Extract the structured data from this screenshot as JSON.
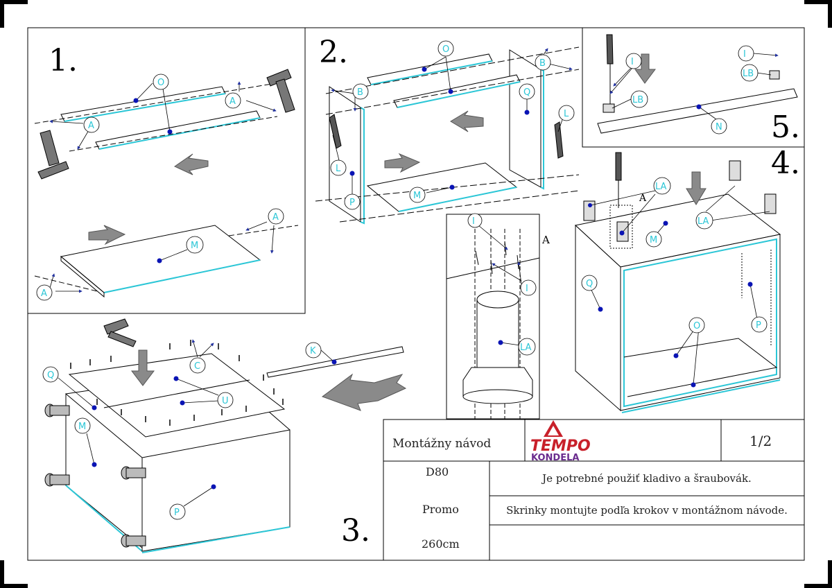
{
  "steps": [
    "1.",
    "2.",
    "3.",
    "4.",
    "5."
  ],
  "detail_label": "A",
  "part_labels": {
    "step1": [
      "O",
      "A",
      "A",
      "M",
      "A",
      "A"
    ],
    "step2": [
      "O",
      "B",
      "B",
      "Q",
      "L",
      "L",
      "P",
      "M"
    ],
    "step3": [
      "Q",
      "C",
      "U",
      "M",
      "K",
      "P"
    ],
    "detail": [
      "I",
      "I",
      "LA"
    ],
    "step4": [
      "LA",
      "LA",
      "M",
      "Q",
      "O",
      "P",
      "A"
    ],
    "step5": [
      "I",
      "I",
      "LB",
      "LB",
      "N"
    ]
  },
  "title_block": {
    "doc_title": "Montážny návod",
    "page": "1/2",
    "logo_top": "TEMPO",
    "logo_bottom": "KONDELA",
    "model": "D80",
    "series": "Promo",
    "length": "260cm",
    "note1": "Je potrebné použiť kladivo a šraubovák.",
    "note2": "Skrinky montujte podľa krokov v montážnom návode.",
    "note3": ""
  },
  "colors": {
    "label": "#2bc6d6",
    "dot": "#0a14b4",
    "arrow": "#8a8a8a",
    "logo_red": "#c8202a",
    "logo_purple": "#6a2c8e"
  }
}
